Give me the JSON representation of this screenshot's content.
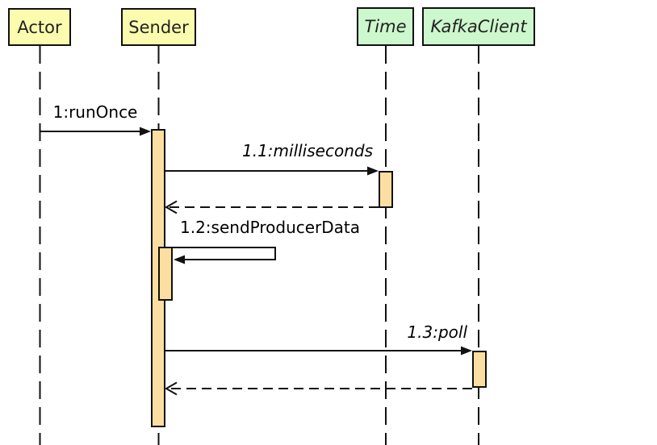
{
  "diagram": {
    "kind": "uml-sequence-diagram",
    "participants": [
      {
        "id": "actor",
        "label": "Actor",
        "style": "object",
        "italic": false
      },
      {
        "id": "sender",
        "label": "Sender",
        "style": "object",
        "italic": false
      },
      {
        "id": "time",
        "label": "Time",
        "style": "external",
        "italic": true
      },
      {
        "id": "kafkaclient",
        "label": "KafkaClient",
        "style": "external",
        "italic": true
      }
    ],
    "messages": [
      {
        "label": "1:runOnce",
        "from": "Actor",
        "to": "Sender",
        "type": "call",
        "line": "solid",
        "arrowhead": "filled",
        "italic": false
      },
      {
        "label": "1.1:milliseconds",
        "from": "Sender",
        "to": "Time",
        "type": "call",
        "line": "solid",
        "arrowhead": "filled",
        "italic": true
      },
      {
        "label": "",
        "from": "Time",
        "to": "Sender",
        "type": "reply",
        "line": "dashed",
        "arrowhead": "open",
        "italic": false
      },
      {
        "label": "1.2:sendProducerData",
        "from": "Sender",
        "to": "Sender",
        "type": "self-call",
        "line": "solid",
        "arrowhead": "filled",
        "italic": false
      },
      {
        "label": "1.3:poll",
        "from": "Sender",
        "to": "KafkaClient",
        "type": "call",
        "line": "solid",
        "arrowhead": "filled",
        "italic": true
      },
      {
        "label": "",
        "from": "KafkaClient",
        "to": "Sender",
        "type": "reply",
        "line": "dashed",
        "arrowhead": "open",
        "italic": false
      }
    ],
    "colors": {
      "object_fill": "#FCFCAF",
      "external_fill": "#CDF7CD",
      "activation_fill": "#FCDFA0",
      "line": "#111111",
      "text": "#222222",
      "background": "#FFFFFF"
    }
  }
}
